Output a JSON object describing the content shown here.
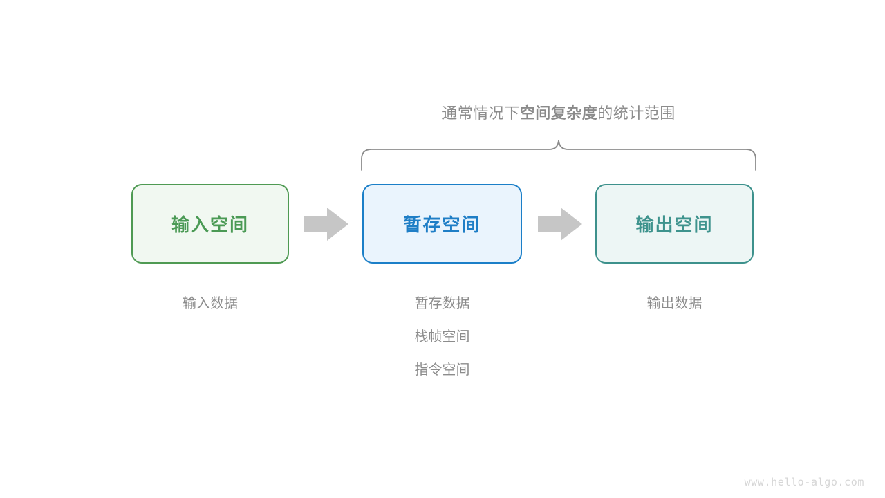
{
  "diagram": {
    "title_parts": {
      "pre": "通常情况下",
      "emph": "空间复杂度",
      "post": "的统计范围"
    },
    "watermark": "www.hello-algo.com",
    "colors": {
      "input_border": "#4f9a53",
      "input_fill": "#f1f8f1",
      "input_text": "#4b9a55",
      "buffer_border": "#1b7fc8",
      "buffer_fill": "#eaf4fd",
      "buffer_text": "#1f7ec6",
      "output_border": "#3d918c",
      "output_fill": "#edf6f5",
      "output_text": "#3e938d",
      "arrow": "#c6c6c6",
      "brace": "#8c8c8c",
      "caption_text": "#8c8c8c",
      "watermark_text": "#d6d6d6"
    },
    "stages": [
      {
        "key": "input",
        "box_label": "输入空间",
        "captions": [
          "输入数据"
        ]
      },
      {
        "key": "buffer",
        "box_label": "暂存空间",
        "captions": [
          "暂存数据",
          "栈帧空间",
          "指令空间"
        ]
      },
      {
        "key": "output",
        "box_label": "输出空间",
        "captions": [
          "输出数据"
        ]
      }
    ],
    "arrows": [
      {
        "name": "arrow-input-to-buffer"
      },
      {
        "name": "arrow-buffer-to-output"
      }
    ],
    "brace": {
      "covers": [
        "暂存空间",
        "输出空间"
      ]
    }
  }
}
